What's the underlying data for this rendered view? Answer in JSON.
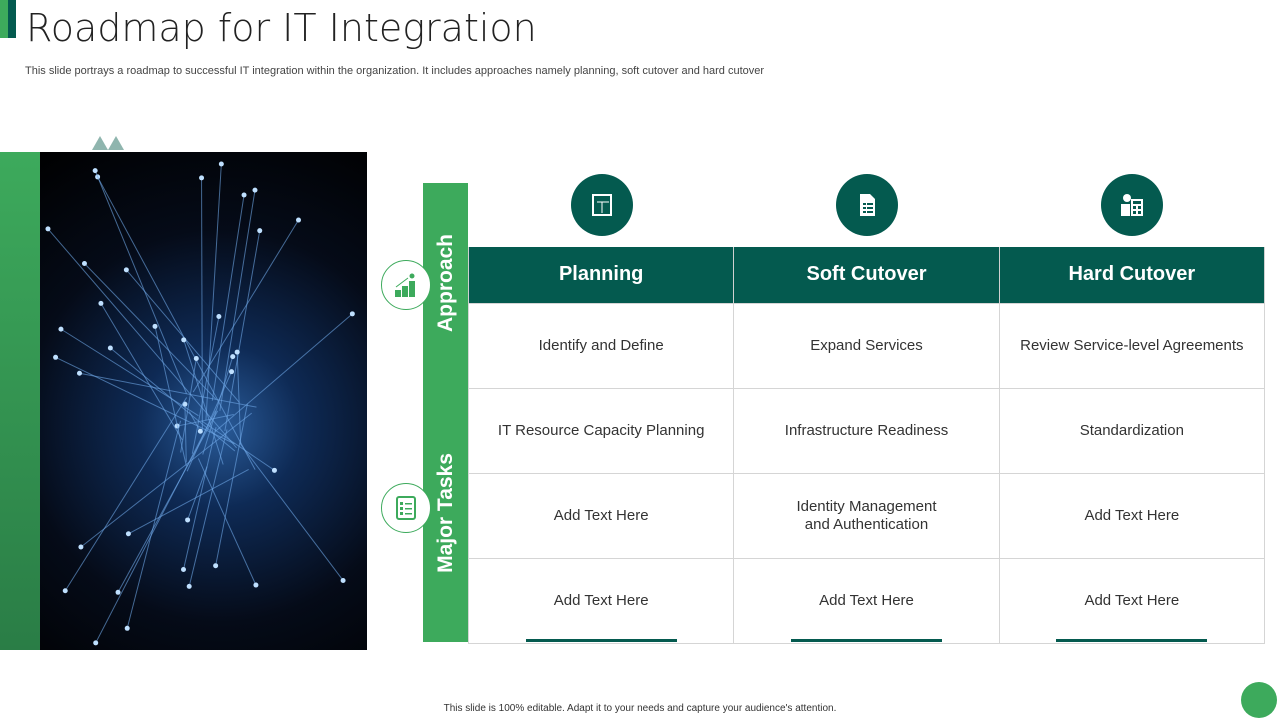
{
  "title": "Roadmap for IT Integration",
  "subtitle": "This slide portrays a roadmap to successful IT integration within the organization. It includes approaches namely planning, soft cutover and hard cutover",
  "side_labels": {
    "approach": "Approach",
    "tasks": "Major Tasks"
  },
  "columns": [
    {
      "header": "Planning",
      "icon": "blueprint-icon",
      "tasks": [
        "Identify and Define",
        "IT Resource Capacity Planning",
        "Add Text Here",
        "Add Text Here"
      ]
    },
    {
      "header": "Soft Cutover",
      "icon": "document-icon",
      "tasks": [
        "Expand Services",
        "Infrastructure Readiness",
        "Identity Management and Authentication",
        "Add Text Here"
      ]
    },
    {
      "header": "Hard Cutover",
      "icon": "calculator-icon",
      "tasks": [
        "Review Service-level Agreements",
        "Standardization",
        "Add Text Here",
        "Add Text Here"
      ]
    }
  ],
  "footer": "This slide is 100% editable. Adapt it to your needs and capture your audience's attention.",
  "colors": {
    "dark": "#045a4f",
    "green": "#3daa5c"
  }
}
